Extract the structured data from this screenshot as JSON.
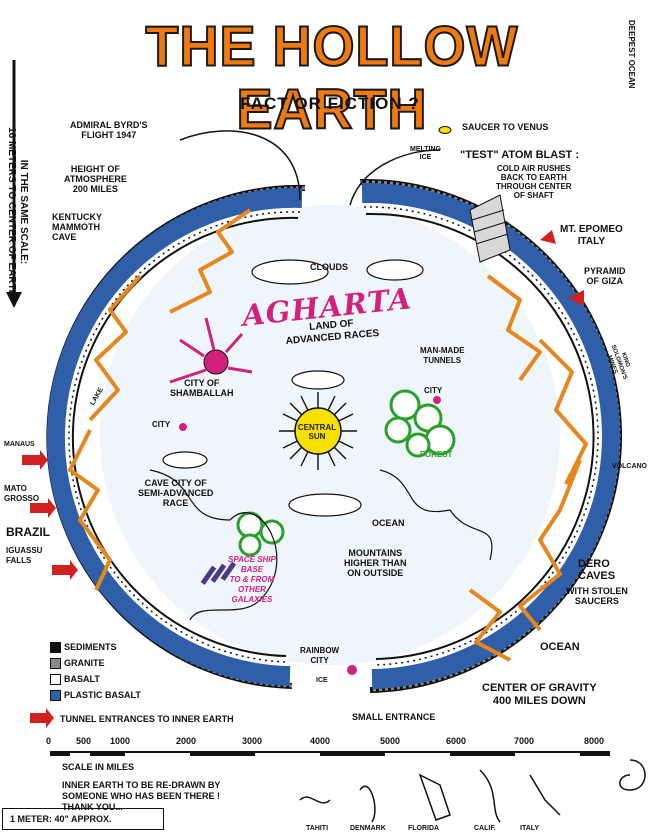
{
  "title": "THE HOLLOW EARTH",
  "subtitle": "FACT OR FICTION ?",
  "left_vertical": "IN THE SAME SCALE:\n16 METERS TO CENTER OF EARTH",
  "right_vertical": "DEEPEST OCEAN",
  "interior": {
    "name": "AGHARTA",
    "subtitle": "LAND OF\nADVANCED RACES",
    "central_sun": "CENTRAL\nSUN",
    "labels": {
      "clouds": "CLOUDS",
      "shamballah": "CITY OF\nSHAMBALLAH",
      "city_left": "CITY",
      "city_right": "CITY",
      "forest": "FOREST",
      "ocean_inner": "OCEAN",
      "mountains": "MOUNTAINS\nHIGHER THAN\nON OUTSIDE",
      "man_made_tunnels": "MAN-MADE\nTUNNELS",
      "cave_city": "CAVE CITY OF\nSEMI-ADVANCED\nRACE",
      "space_ship_base": "SPACE SHIP\nBASE\nTO & FROM\nOTHER\nGALAXIES",
      "rainbow_city": "RAINBOW\nCITY",
      "ice": "ICE",
      "lake": "LAKE"
    }
  },
  "outer_labels": {
    "byrd": "ADMIRAL BYRD'S\nFLIGHT 1947",
    "saucer": "SAUCER TO VENUS",
    "height_atmosphere": "HEIGHT OF\nATMOSPHERE\n200 MILES",
    "melting_ice": "MELTING\nICE",
    "atom_blast_title": "\"TEST\" ATOM BLAST :",
    "atom_blast_text": "COLD AIR RUSHES\nBACK TO EARTH\nTHROUGH CENTER\nOF SHAFT",
    "kentucky": "KENTUCKY\nMAMMOTH\nCAVE",
    "epomeo": "MT. EPOMEO\nITALY",
    "giza": "PYRAMID\nOF GIZA",
    "solomon": "KING\nSOLOMON'S\nMINES",
    "manaus": "MANAUS",
    "mato_grosso": "MATO\nGROSSO",
    "brazil": "BRAZIL",
    "iguassu": "IGUASSU\nFALLS",
    "volcano": "VOLCANO",
    "dero": "DERO\nCAVES",
    "dero_sub": "WITH STOLEN\nSAUCERS",
    "ocean_outer": "OCEAN",
    "gravity": "CENTER OF GRAVITY\n400 MILES DOWN",
    "small_entrance": "SMALL ENTRANCE"
  },
  "legend": {
    "items": [
      {
        "label": "SEDIMENTS",
        "color": "#111111"
      },
      {
        "label": "GRANITE",
        "color": "#8a8a8a"
      },
      {
        "label": "BASALT",
        "color": "#ffffff"
      },
      {
        "label": "PLASTIC BASALT",
        "color": "#2f5fa8"
      }
    ],
    "tunnel": "TUNNEL ENTRANCES TO INNER EARTH"
  },
  "scale": {
    "ticks": [
      "0",
      "500",
      "1000",
      "2000",
      "3000",
      "4000",
      "5000",
      "6000",
      "7000",
      "8000"
    ],
    "label": "SCALE IN MILES"
  },
  "footer": {
    "note": "INNER EARTH TO BE RE-DRAWN BY\nSOMEONE WHO HAS BEEN THERE !\nTHANK YOU...",
    "meter": "1 METER: 40\" APPROX.",
    "places": [
      "TAHITI",
      "DENMARK",
      "FLORIDA",
      "CALIF.",
      "ITALY"
    ]
  },
  "colors": {
    "title": "#f07a10",
    "mantle": "#2f5fa8",
    "magma": "#e8861e",
    "agharta": "#d2207f",
    "sun": "#f6e000",
    "forest": "#2aa02a",
    "arrow": "#d02020"
  }
}
